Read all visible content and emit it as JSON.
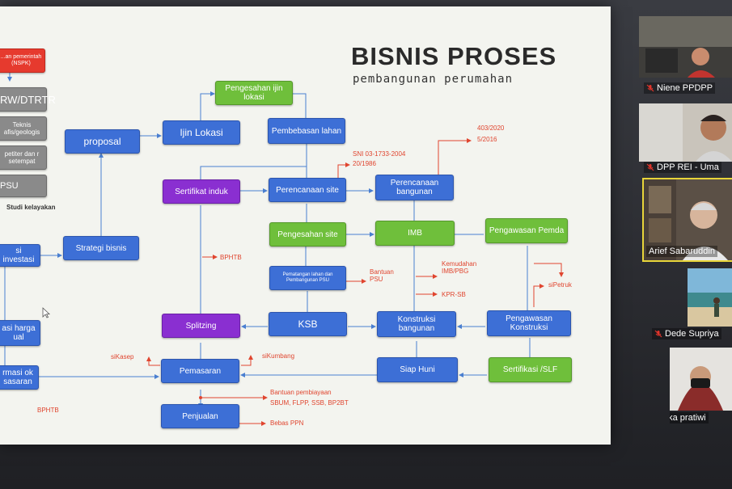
{
  "slide": {
    "title": "BISNIS PROSES",
    "subtitle": "pembangunan perumahan",
    "left_boxes": {
      "nspk": "...an pemerintah (NSPK)",
      "rw_dtrt": "RW/DTRTR",
      "teknis": "Teknis afis/geologis",
      "petiter": "petiter dan r setempat",
      "psu": "PSU",
      "studi": "Studi kelayakan",
      "investasi": "si investasi",
      "harga": "asi harga ual",
      "formasi": "rmasi ok sasaran"
    },
    "boxes": {
      "pengesahan_ijin": "Pengesahan ijin lokasi",
      "proposal": "proposal",
      "ijin_lokasi": "Ijin Lokasi",
      "pembebasan": "Pembebasan lahan",
      "sertifikat_induk": "Sertifikat induk",
      "perencanaan_site": "Perencanaan site",
      "perencanaan_bangunan": "Perencanaan bangunan",
      "strategi": "Strategi bisnis",
      "pengesahan_site": "Pengesahan site",
      "imb": "IMB",
      "pengawasan_pemda": "Pengawasan Pemda",
      "pematangan": "Pematangan lahan dan Pembangunan PSU",
      "splitzing": "Splitzing",
      "ksb": "KSB",
      "konstruksi_bangunan": "Konstruksi bangunan",
      "pengawasan_konstruksi": "Pengawasan Konstruksi",
      "pemasaran": "Pemasaran",
      "siap_huni": "Siap Huni",
      "sertifikasi_slf": "Sertifikasi /SLF",
      "penjualan": "Penjualan"
    },
    "labels": {
      "reg_403": "403/2020",
      "reg_5": "5/2016",
      "sni": "SNI 03-1733-2004",
      "sni2": "20/1986",
      "bphtb1": "BPHTB",
      "bantuan_psu": "Bantuan PSU",
      "kemudahan": "Kemudahan IMB/PBG",
      "kpr_sb": "KPR-SB",
      "sipetruk": "siPetruk",
      "sikasep": "siKasep",
      "sikumbang": "siKumbang",
      "bantuan_pembiayaan": "Bantuan pembiayaan",
      "sbum": "SBUM, FLPP, SSB, BP2BT",
      "bphtb2": "BPHTB",
      "bebas_ppn": "Bebas PPN"
    }
  },
  "participants": [
    {
      "name": "Niene PPDPP",
      "muted": true
    },
    {
      "name": "DPP REI - Uma",
      "muted": true
    },
    {
      "name": "Arief Sabaruddin",
      "muted": false,
      "active": true
    },
    {
      "name": "Dede Supriya",
      "muted": true
    },
    {
      "name": "eka pratiwi",
      "muted": true
    }
  ],
  "colors": {
    "blue": "#3d6fd6",
    "green": "#6fbf3b",
    "purple": "#8a2fd1",
    "red": "#e63a2e",
    "active_border": "#e8d53a"
  }
}
